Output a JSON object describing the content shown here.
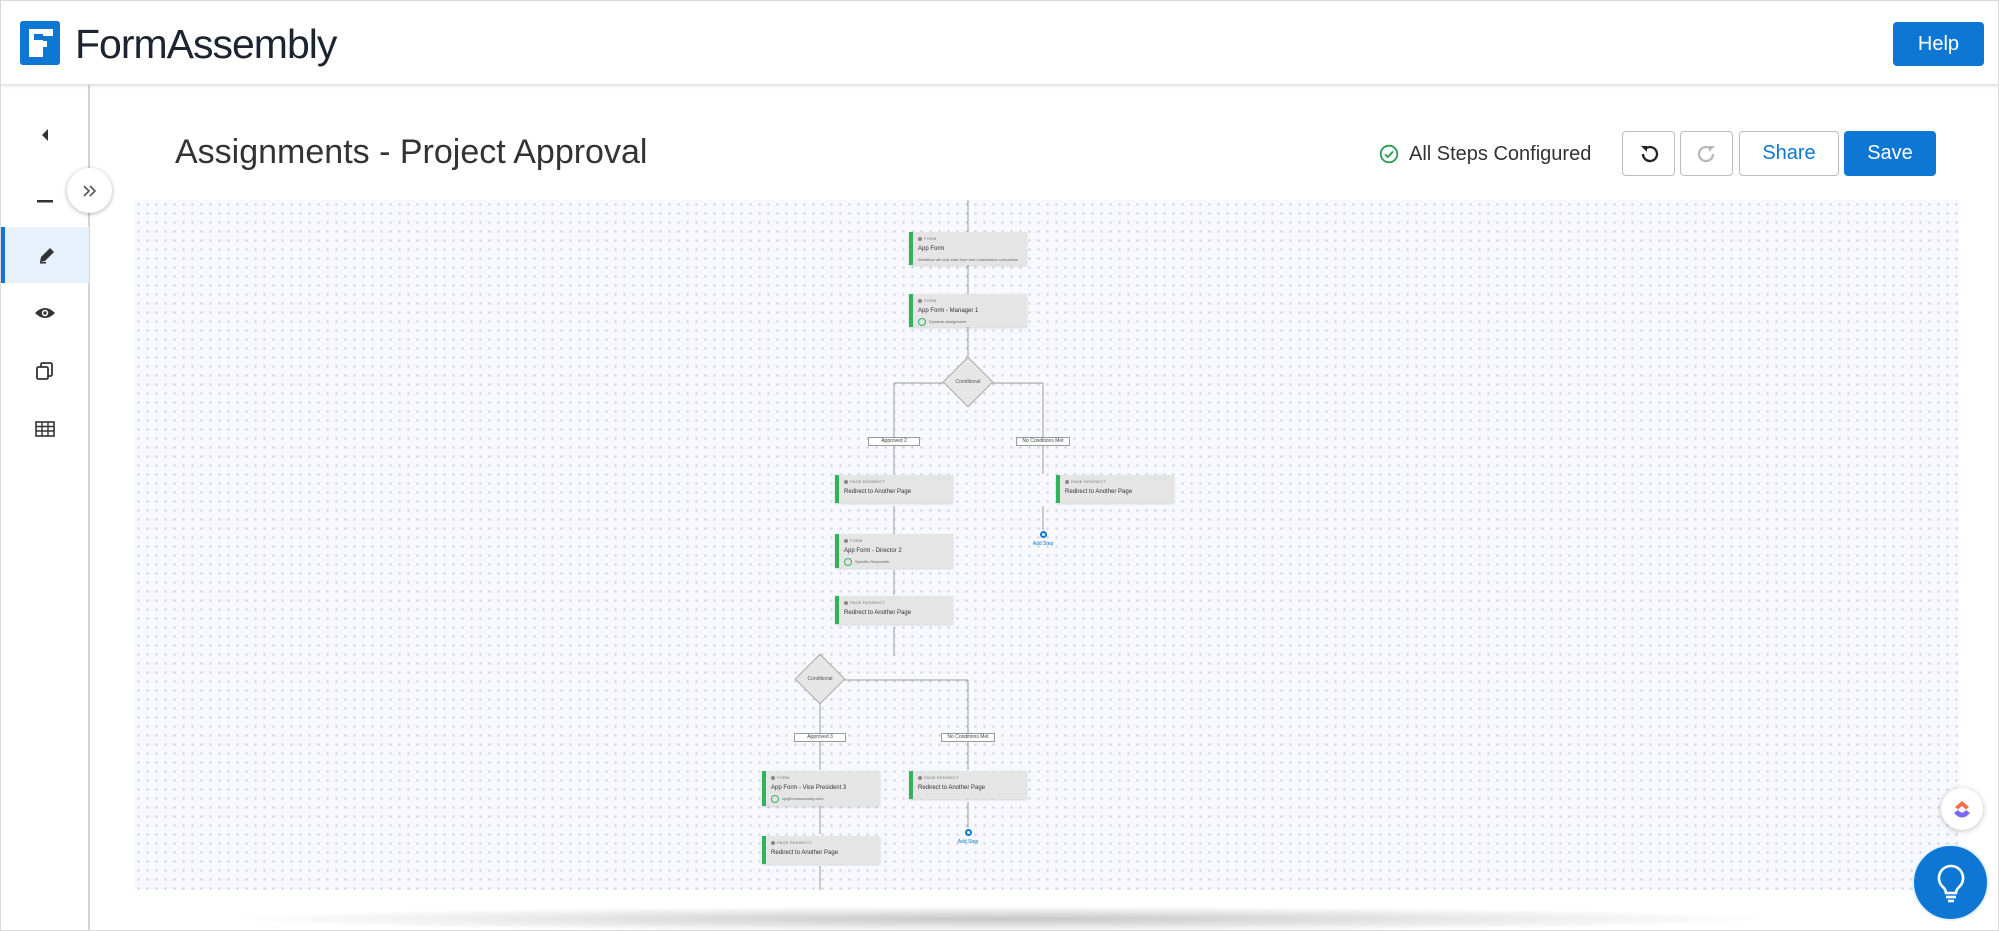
{
  "app": {
    "brand": "FormAssembly",
    "help_label": "Help"
  },
  "sidebar": {
    "items": [
      {
        "name": "collapse",
        "icon": "caret-left-icon"
      },
      {
        "name": "minimize",
        "icon": "minus-icon"
      },
      {
        "name": "edit",
        "icon": "pencil-icon",
        "active": true
      },
      {
        "name": "preview",
        "icon": "eye-icon"
      },
      {
        "name": "copy",
        "icon": "copy-icon"
      },
      {
        "name": "table",
        "icon": "table-icon"
      }
    ],
    "expand_icon": "double-chevron-right-icon"
  },
  "toolbar": {
    "title": "Assignments - Project Approval",
    "status": "All Steps Configured",
    "share_label": "Share",
    "save_label": "Save"
  },
  "workflow": {
    "nodes": [
      {
        "kind": "FORM",
        "title": "App Form",
        "sub": "Workflow will only start from form submission completion"
      },
      {
        "kind": "FORM",
        "title": "App Form - Manager 1",
        "sub": "Dynamic Assignment"
      },
      {
        "kind": "PAGE REDIRECT",
        "title": "Redirect to Another Page",
        "sub": ""
      },
      {
        "kind": "PAGE REDIRECT",
        "title": "Redirect to Another Page",
        "sub": ""
      },
      {
        "kind": "FORM",
        "title": "App Form - Director 2",
        "sub": "Specific Responder"
      },
      {
        "kind": "PAGE REDIRECT",
        "title": "Redirect to Another Page",
        "sub": ""
      },
      {
        "kind": "FORM",
        "title": "App Form - Vice President 3",
        "sub": "vp@formassembly.com"
      },
      {
        "kind": "PAGE REDIRECT",
        "title": "Redirect to Another Page",
        "sub": ""
      },
      {
        "kind": "PAGE REDIRECT",
        "title": "Redirect to Another Page",
        "sub": ""
      }
    ],
    "conditionals": [
      {
        "label": "Conditional"
      },
      {
        "label": "Conditional"
      }
    ],
    "branch_labels": [
      "Approved 2",
      "No Conditions Met",
      "Approved 3",
      "No Conditions Met"
    ],
    "add_step_label": "Add Step"
  },
  "colors": {
    "primary": "#0e77d4",
    "step_accent": "#2fb45d",
    "canvas_bg": "#f7f9fe"
  }
}
